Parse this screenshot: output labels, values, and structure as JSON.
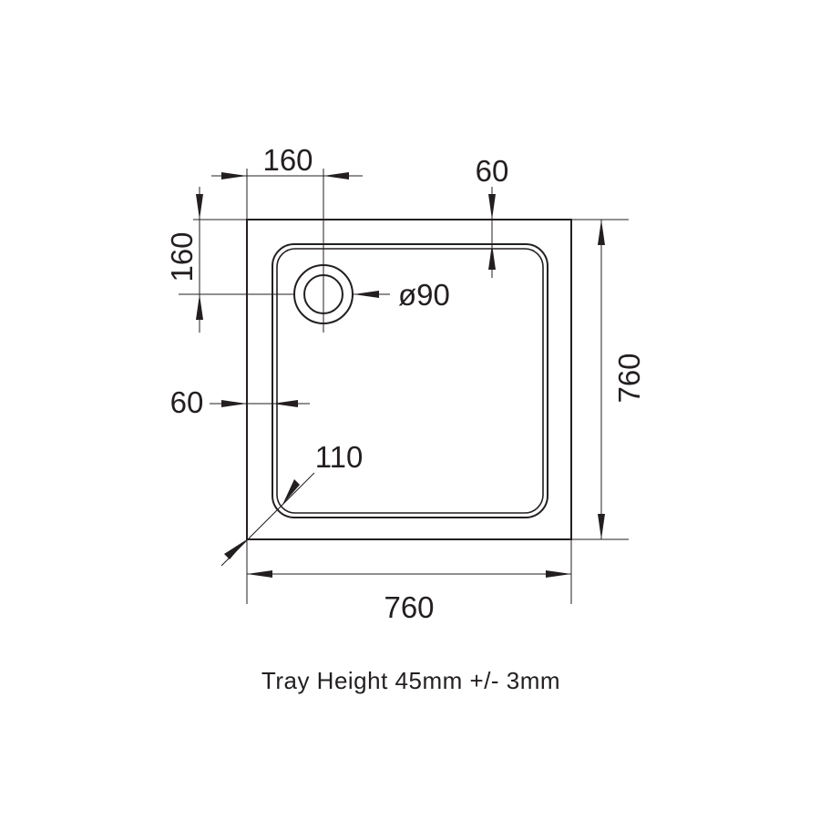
{
  "dimensions": {
    "waste_offset_x": "160",
    "waste_offset_y": "160",
    "lip_top": "60",
    "lip_left": "60",
    "waste_diameter": "ø90",
    "corner_radius": "110",
    "depth": "760",
    "width": "760"
  },
  "caption": "Tray Height 45mm +/- 3mm",
  "colors": {
    "line": "#231f20",
    "background": "#ffffff"
  }
}
